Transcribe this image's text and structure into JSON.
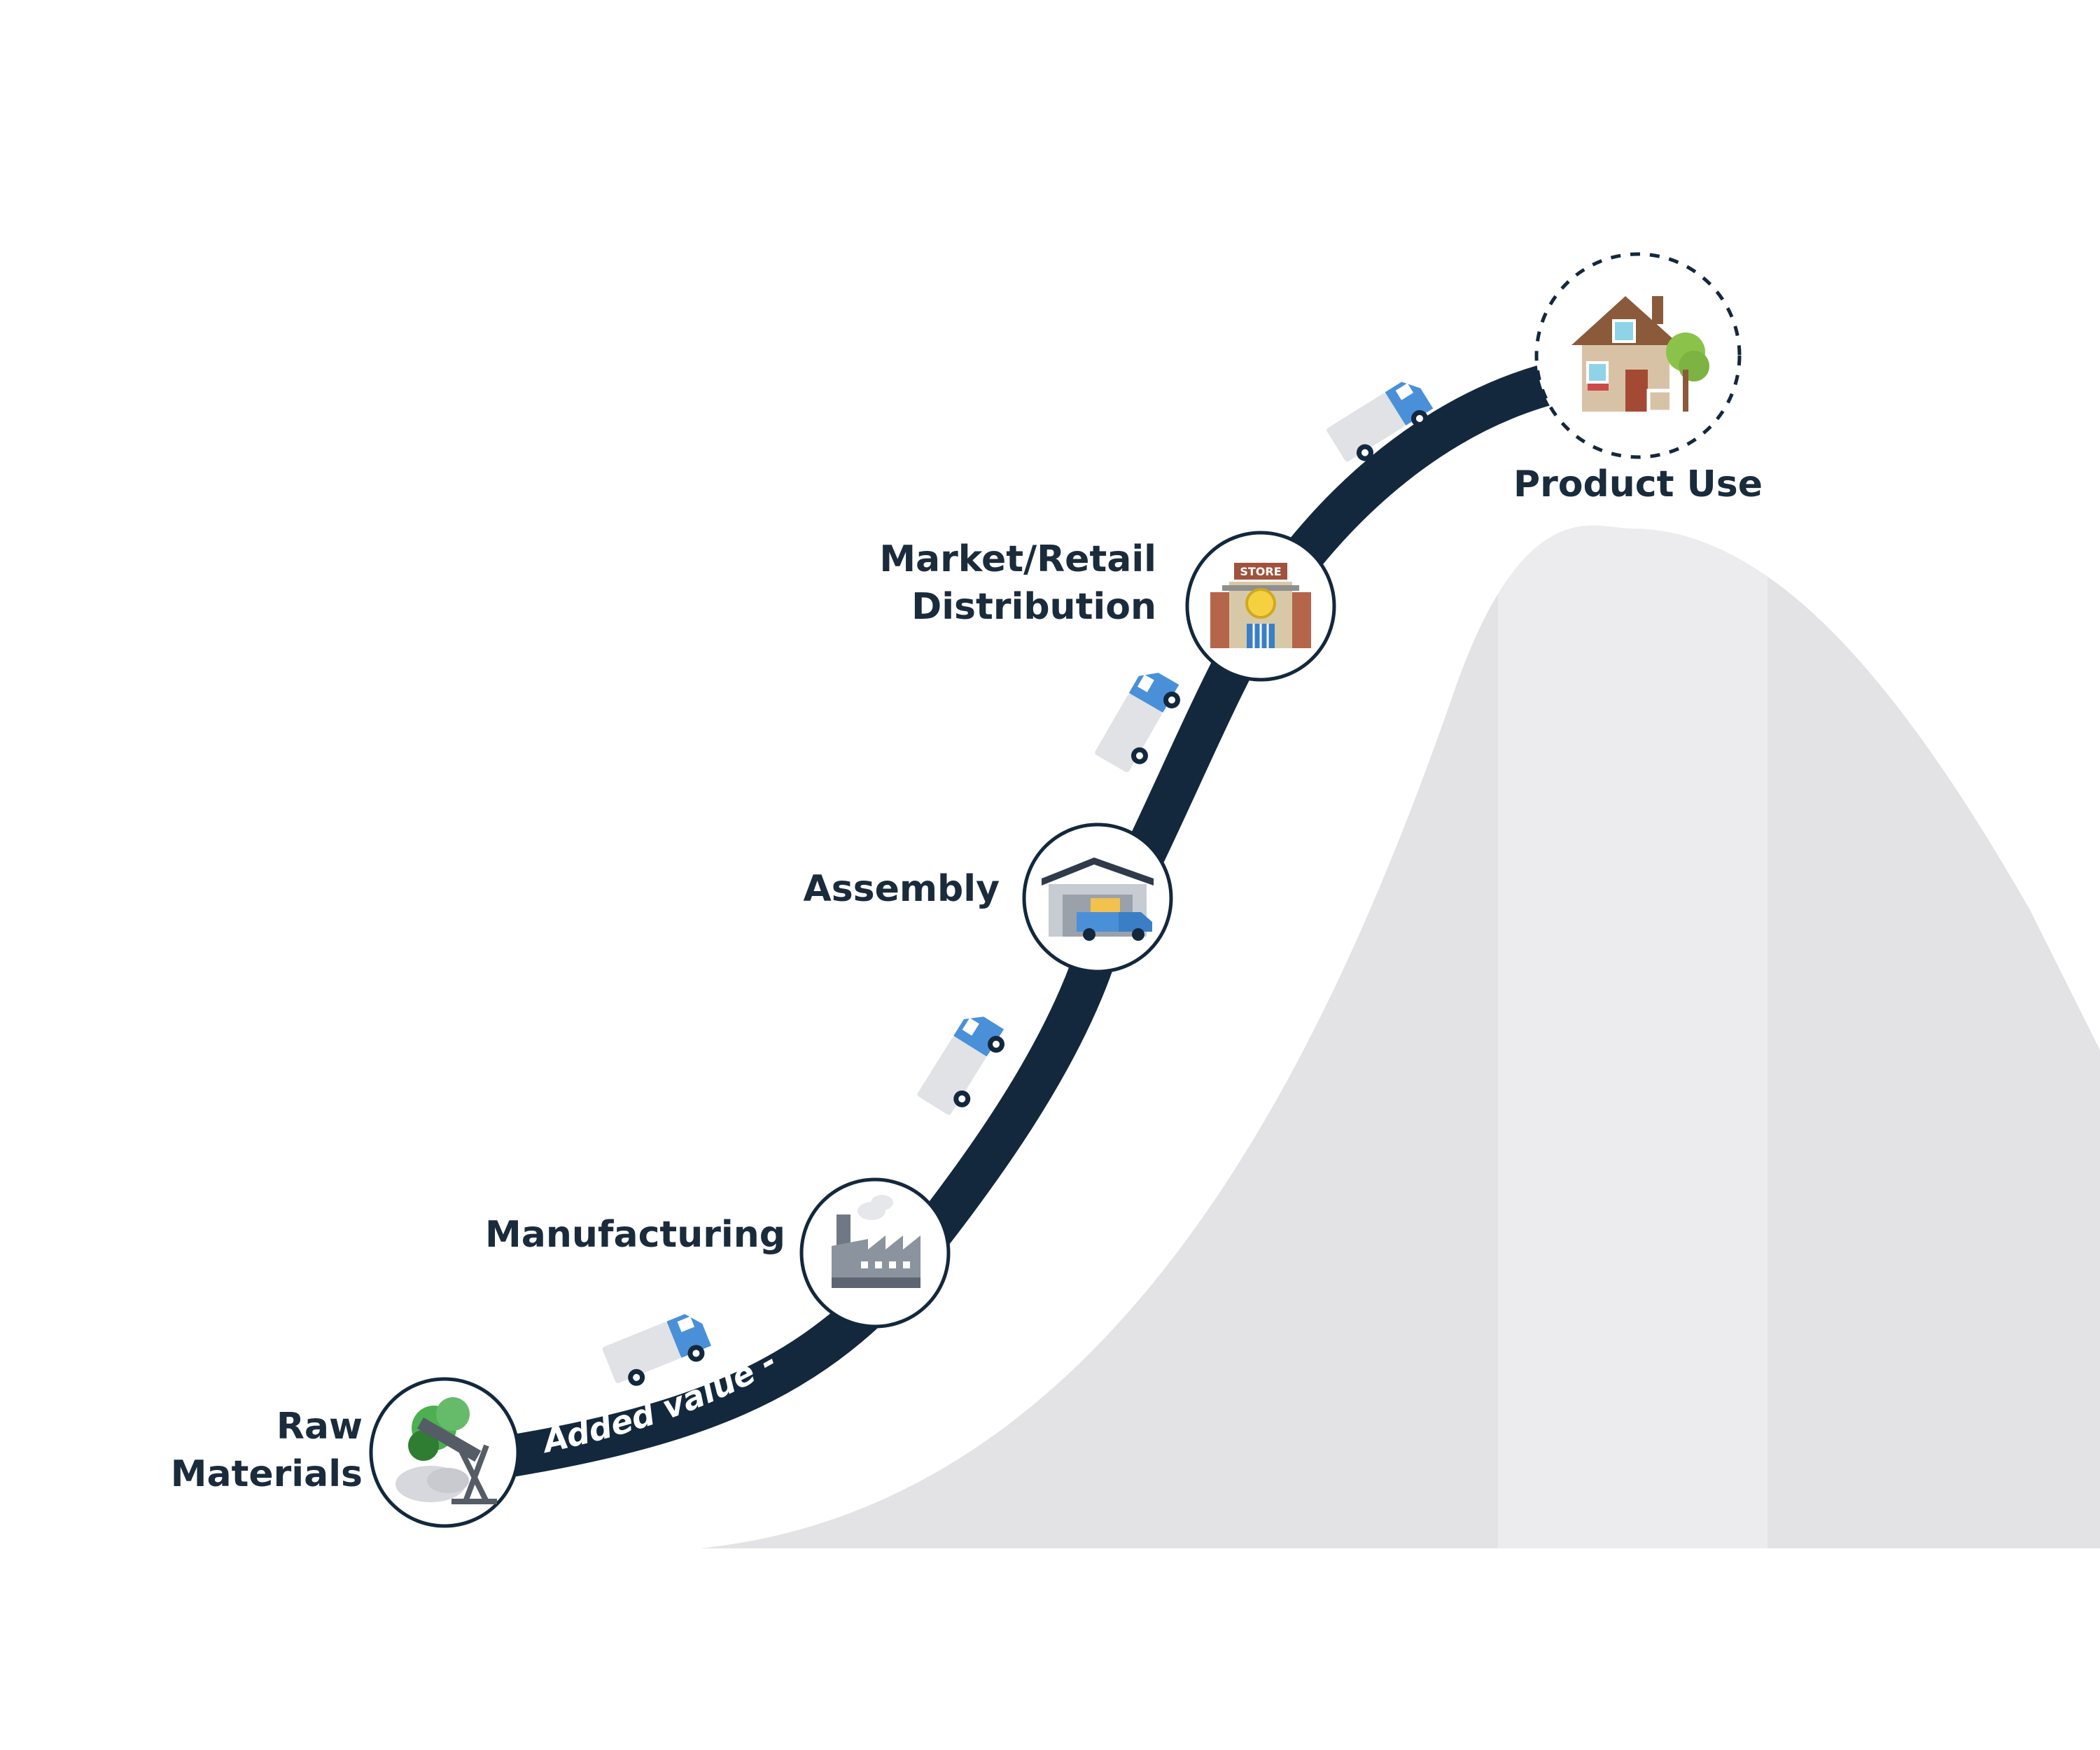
{
  "colors": {
    "road": "#13283d",
    "label": "#1a2b3c",
    "bell_light": "#e3e3e6",
    "bell_mid": "#ececee",
    "truck_blue": "#4a90d9",
    "truck_box": "#e1e2e6",
    "on_path_text": "#ffffff"
  },
  "path_label": "Added value -->",
  "stages": [
    {
      "id": "raw-materials",
      "label_lines": [
        "Raw",
        "Materials"
      ],
      "icon": "mining-tree-icon"
    },
    {
      "id": "manufacturing",
      "label_lines": [
        "Manufacturing"
      ],
      "icon": "factory-icon"
    },
    {
      "id": "assembly",
      "label_lines": [
        "Assembly"
      ],
      "icon": "warehouse-truck-icon"
    },
    {
      "id": "market-retail",
      "label_lines": [
        "Market/Retail",
        "Distribution"
      ],
      "icon": "store-icon",
      "sign_text": "STORE"
    },
    {
      "id": "product-use",
      "label_lines": [
        "Product Use"
      ],
      "icon": "house-icon",
      "dashed": true
    }
  ],
  "trucks": [
    {
      "icon": "delivery-truck-icon"
    },
    {
      "icon": "delivery-truck-icon"
    },
    {
      "icon": "delivery-truck-icon"
    },
    {
      "icon": "delivery-truck-icon"
    }
  ]
}
